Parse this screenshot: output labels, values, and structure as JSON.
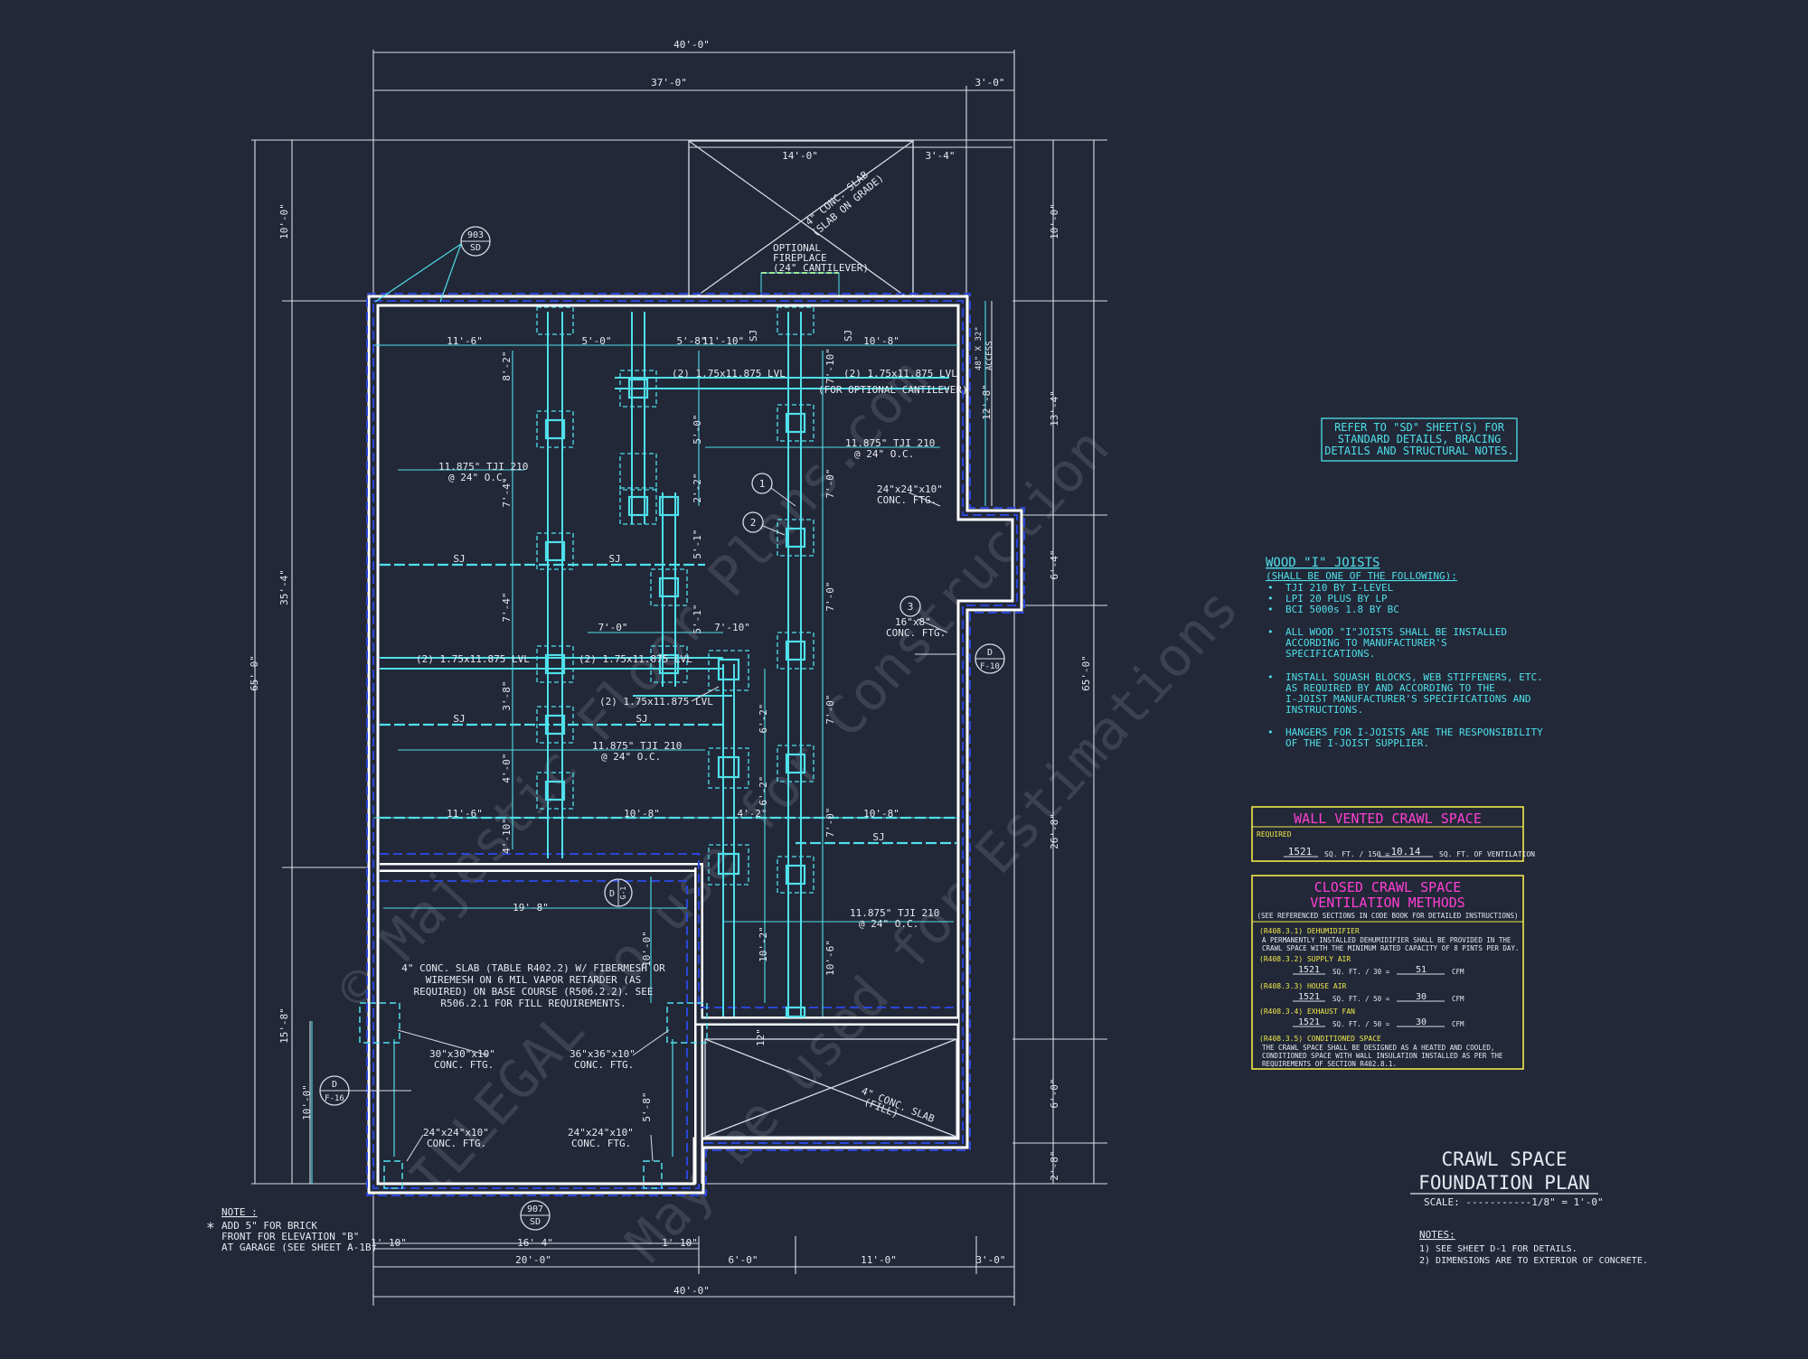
{
  "colors": {
    "background": "#222838",
    "wall": "#ffffff",
    "framing": "#4fe0ea",
    "dashed_outline": "#2b45d8",
    "yellow_box": "#f0e84a",
    "magenta_title": "#ff3fd2"
  },
  "dims": {
    "top_overall": "40'-0\"",
    "top_left": "37'-0\"",
    "top_right": "3'-0\"",
    "slab_width": "14'-0\"",
    "slab_right": "3'-4\"",
    "bottom_overall": "40'-0\"",
    "bottom_a": "20'-0\"",
    "bottom_b": "6'-0\"",
    "bottom_c": "11'-0\"",
    "bottom_d": "3'-0\"",
    "garage_left": "1'-10\"",
    "garage_width": "16'-4\"",
    "garage_right": "1'-10\"",
    "left_overall": "65'-0\"",
    "left_top": "10'-0\"",
    "left_mid": "35'-4\"",
    "left_bot": "15'-8\"",
    "left_garage": "10'-0\"",
    "right_overall": "65'-0\"",
    "right_a": "10'-0\"",
    "right_b": "13'-4\"",
    "right_c": "6'-4\"",
    "right_d": "26'-8\"",
    "right_e": "6'-0\"",
    "right_f": "2'-8\"",
    "row1_a": "11'-6\"",
    "row1_b": "5'-0\"",
    "row1_c": "5'-8\"",
    "row1_d": "11'-10\"",
    "row1_e": "10'-8\"",
    "row2_a": "11'-6\"",
    "row2_b": "10'-8\"",
    "row2_c": "4'-2\"",
    "row2_d": "10'-8\"",
    "v_8_2": "8'-2\"",
    "v_7_4a": "7'-4\"",
    "v_7_4b": "7'-4\"",
    "v_3_8": "3'-8\"",
    "v_4_0": "4'-0\"",
    "v_4_10": "4'-10\"",
    "v_5_0": "5'-0\"",
    "v_2_2": "2'-2\"",
    "v_5_1a": "5'-1\"",
    "v_5_1b": "5'-1\"",
    "v_7_10": "7'-10\"",
    "v_7_0a": "7'-0\"",
    "v_7_0b": "7'-0\"",
    "v_7_0c": "7'-0\"",
    "v_7_0d": "7'-0\"",
    "v_6_2a": "6'-2\"",
    "v_6_2b": "6'-2\"",
    "v_10_2": "10'-2\"",
    "v_10_6": "10'-6\"",
    "v_10_0": "10'-0\"",
    "v_12_8": "12'-8\"",
    "v_12": "12\"",
    "h_7_0": "7'-0\"",
    "h_7_10": "7'-10\"",
    "garage_inner": "19'-8\"",
    "garage_small": "5'-8\""
  },
  "labels": {
    "sj": "SJ",
    "lvl_1": "(2) 1.75x11.875 LVL",
    "lvl_2": "(2) 1.75x11.875 LVL",
    "lvl_cantilever": "(FOR OPTIONAL CANTILEVER)",
    "lvl_3": "(2) 1.75x11.875 LVL",
    "lvl_4": "(2) 1.75x11.875 LVL",
    "lvl_5": "(2) 1.75x11.875 LVL",
    "tji_1a": "11.875\" TJI 210",
    "tji_1b": "@ 24\" O.C.",
    "tji_2a": "11.875\" TJI 210",
    "tji_2b": "@ 24\" O.C.",
    "tji_3a": "11.875\" TJI 210",
    "tji_3b": "@ 24\" O.C.",
    "tji_4a": "11.875\" TJI 210",
    "tji_4b": "@ 24\" O.C.",
    "ftg_24a": "24\"x24\"x10\"",
    "ftg_24b": "CONC. FTG.",
    "ftg_16a": "16\"x8\"",
    "ftg_16b": "CONC. FTG.",
    "ftg_30a": "30\"x30\"x10\"",
    "ftg_30b": "CONC. FTG.",
    "ftg_36a": "36\"x36\"x10\"",
    "ftg_36b": "CONC. FTG.",
    "ftg_g1a": "24\"x24\"x10\"",
    "ftg_g1b": "CONC. FTG.",
    "ftg_g2a": "24\"x24\"x10\"",
    "ftg_g2b": "CONC. FTG.",
    "slab_top_a": "4\" CONC. SLAB",
    "slab_top_b": "(SLAB ON GRADE)",
    "fireplace_a": "OPTIONAL",
    "fireplace_b": "FIREPLACE",
    "fireplace_c": "(24\" CANTILEVER)",
    "access_a": "48\" X 32\"",
    "access_b": "ACCESS",
    "slab_bot_a": "4\" CONC. SLAB",
    "slab_bot_b": "(FILL)",
    "garage_slab": [
      "4\" CONC. SLAB (TABLE R402.2) W/ FIBERMESH OR",
      "WIREMESH ON 6 MIL VAPOR RETARDER (AS",
      "REQUIRED) ON BASE COURSE (R506.2.2). SEE",
      "R506.2.1 FOR FILL REQUIREMENTS."
    ],
    "tag_1": "1",
    "tag_2": "2",
    "tag_3": "3",
    "sd_top_a": "903",
    "sd_top_b": "SD",
    "sd_bot_a": "907",
    "sd_bot_b": "SD",
    "d_f16_a": "D",
    "d_f16_b": "F-16",
    "d_f10_a": "D",
    "d_f10_b": "F-10",
    "d_g1_a": "D",
    "d_g1_b": "G-1"
  },
  "left_note": {
    "title": "NOTE :",
    "star": "*",
    "lines": [
      "ADD 5\" FOR BRICK",
      "FRONT FOR ELEVATION \"B\"",
      "AT GARAGE (SEE SHEET A-1B)"
    ]
  },
  "refer_note": [
    "REFER TO \"SD\" SHEET(S) FOR",
    "STANDARD DETAILS, BRACING",
    "DETAILS AND STRUCTURAL NOTES."
  ],
  "wood_joists": {
    "title": "WOOD \"I\" JOISTS",
    "subtitle": "(SHALL BE ONE OF THE FOLLOWING):",
    "bullets": [
      "TJI 210 BY I-LEVEL",
      "LPI 20 PLUS BY LP",
      "BCI 5000s 1.8 BY BC"
    ],
    "notes": [
      [
        "ALL WOOD \"I\"JOISTS SHALL BE INSTALLED",
        "ACCORDING TO MANUFACTURER'S",
        "SPECIFICATIONS."
      ],
      [
        "INSTALL SQUASH BLOCKS, WEB STIFFENERS, ETC.",
        "AS REQUIRED BY AND ACCORDING TO THE",
        "I-JOIST MANUFACTURER'S SPECIFICATIONS AND",
        "INSTRUCTIONS."
      ],
      [
        "HANGERS FOR I-JOISTS ARE THE RESPONSIBILITY",
        "OF THE I-JOIST SUPPLIER."
      ]
    ]
  },
  "wall_vented": {
    "title": "WALL VENTED CRAWL SPACE",
    "required": "REQUIRED",
    "area": "1521",
    "calc": "SQ. FT. / 150 =",
    "result": "10.14",
    "unit": "SQ. FT. OF VENTILATION"
  },
  "closed_crawl": {
    "title_1": "CLOSED CRAWL SPACE",
    "title_2": "VENTILATION METHODS",
    "subtitle": "(SEE REFERENCED SECTIONS IN CODE BOOK FOR DETAILED INSTRUCTIONS)",
    "dehum_label": "(R408.3.1) DEHUMIDIFIER",
    "dehum_text_1": "A PERMANENTLY INSTALLED DEHUMIDIFIER SHALL BE PROVIDED IN THE",
    "dehum_text_2": "CRAWL SPACE WITH THE MINIMUM RATED CAPACITY OF 8 PINTS PER DAY.",
    "supply_label": "(R408.3.2) SUPPLY AIR",
    "supply_area": "1521",
    "supply_calc": "SQ. FT. / 30 =",
    "supply_result": "51",
    "house_label": "(R408.3.3) HOUSE AIR",
    "house_area": "1521",
    "house_calc": "SQ. FT. / 50 =",
    "house_result": "30",
    "exhaust_label": "(R408.3.4) EXHAUST FAN",
    "exhaust_area": "1521",
    "exhaust_calc": "SQ. FT. / 50 =",
    "exhaust_result": "30",
    "cfm": "CFM",
    "cond_label": "(R408.3.5) CONDITIONED SPACE",
    "cond_text_1": "THE CRAWL SPACE SHALL BE DESIGNED AS A HEATED AND COOLED,",
    "cond_text_2": "CONDITIONED SPACE WITH WALL INSULATION INSTALLED AS PER THE",
    "cond_text_3": "REQUIREMENTS OF SECTION R402.8.1."
  },
  "title_block": {
    "title_1": "CRAWL SPACE",
    "title_2": "FOUNDATION PLAN",
    "scale_label": "SCALE: -----------1/8\" = 1'-0\"",
    "notes_title": "NOTES:",
    "notes": [
      "1) SEE SHEET D-1 FOR DETAILS.",
      "2) DIMENSIONS ARE TO EXTERIOR OF CONCRETE."
    ]
  },
  "watermark": {
    "line_1": "© Majestic Floor Plans.com",
    "line_2": "ILLEGAL to use for Construction",
    "line_3": "May be used for Estimations"
  }
}
